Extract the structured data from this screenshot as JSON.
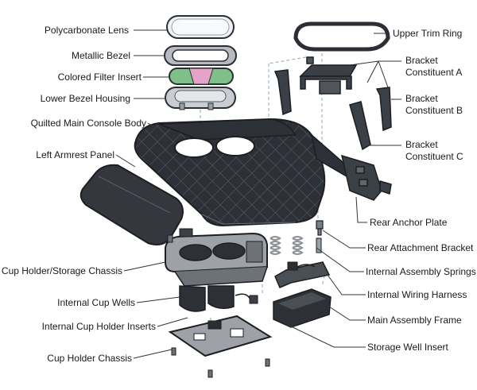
{
  "labels": {
    "polycarbonate_lens": "Polycarbonate Lens",
    "metallic_bezel": "Metallic Bezel",
    "colored_filter_insert": "Colored Filter Insert",
    "lower_bezel_housing": "Lower Bezel Housing",
    "quilted_main_console_body": "Quilted Main Console Body",
    "left_armrest_panel": "Left Armrest Panel",
    "cup_holder_storage_chassis": "Cup Holder/Storage Chassis",
    "internal_cup_wells": "Internal Cup Wells",
    "internal_cup_holder_inserts": "Internal Cup Holder Inserts",
    "cup_holder_chassis": "Cup Holder Chassis",
    "upper_trim_ring": "Upper Trim Ring",
    "bracket_a_line1": "Bracket",
    "bracket_a_line2": "Constituent A",
    "bracket_b_line1": "Bracket",
    "bracket_b_line2": "Constituent B",
    "bracket_c_line1": "Bracket",
    "bracket_c_line2": "Constituent C",
    "rear_anchor_plate": "Rear Anchor Plate",
    "rear_attachment_bracket": "Rear Attachment Bracket",
    "internal_assembly_springs": "Internal Assembly Springs",
    "internal_wiring_harness": "Internal Wiring Harness",
    "main_assembly_frame": "Main Assembly Frame",
    "storage_well_insert": "Storage Well Insert"
  },
  "colors": {
    "part_dark": "#2b2e33",
    "part_mid": "#4a4e55",
    "part_light": "#c9ccd1",
    "filter_green": "#7fc08a",
    "filter_pink": "#e6a3c9",
    "leader_line": "#333333",
    "dash_line": "#8aa9b8"
  }
}
